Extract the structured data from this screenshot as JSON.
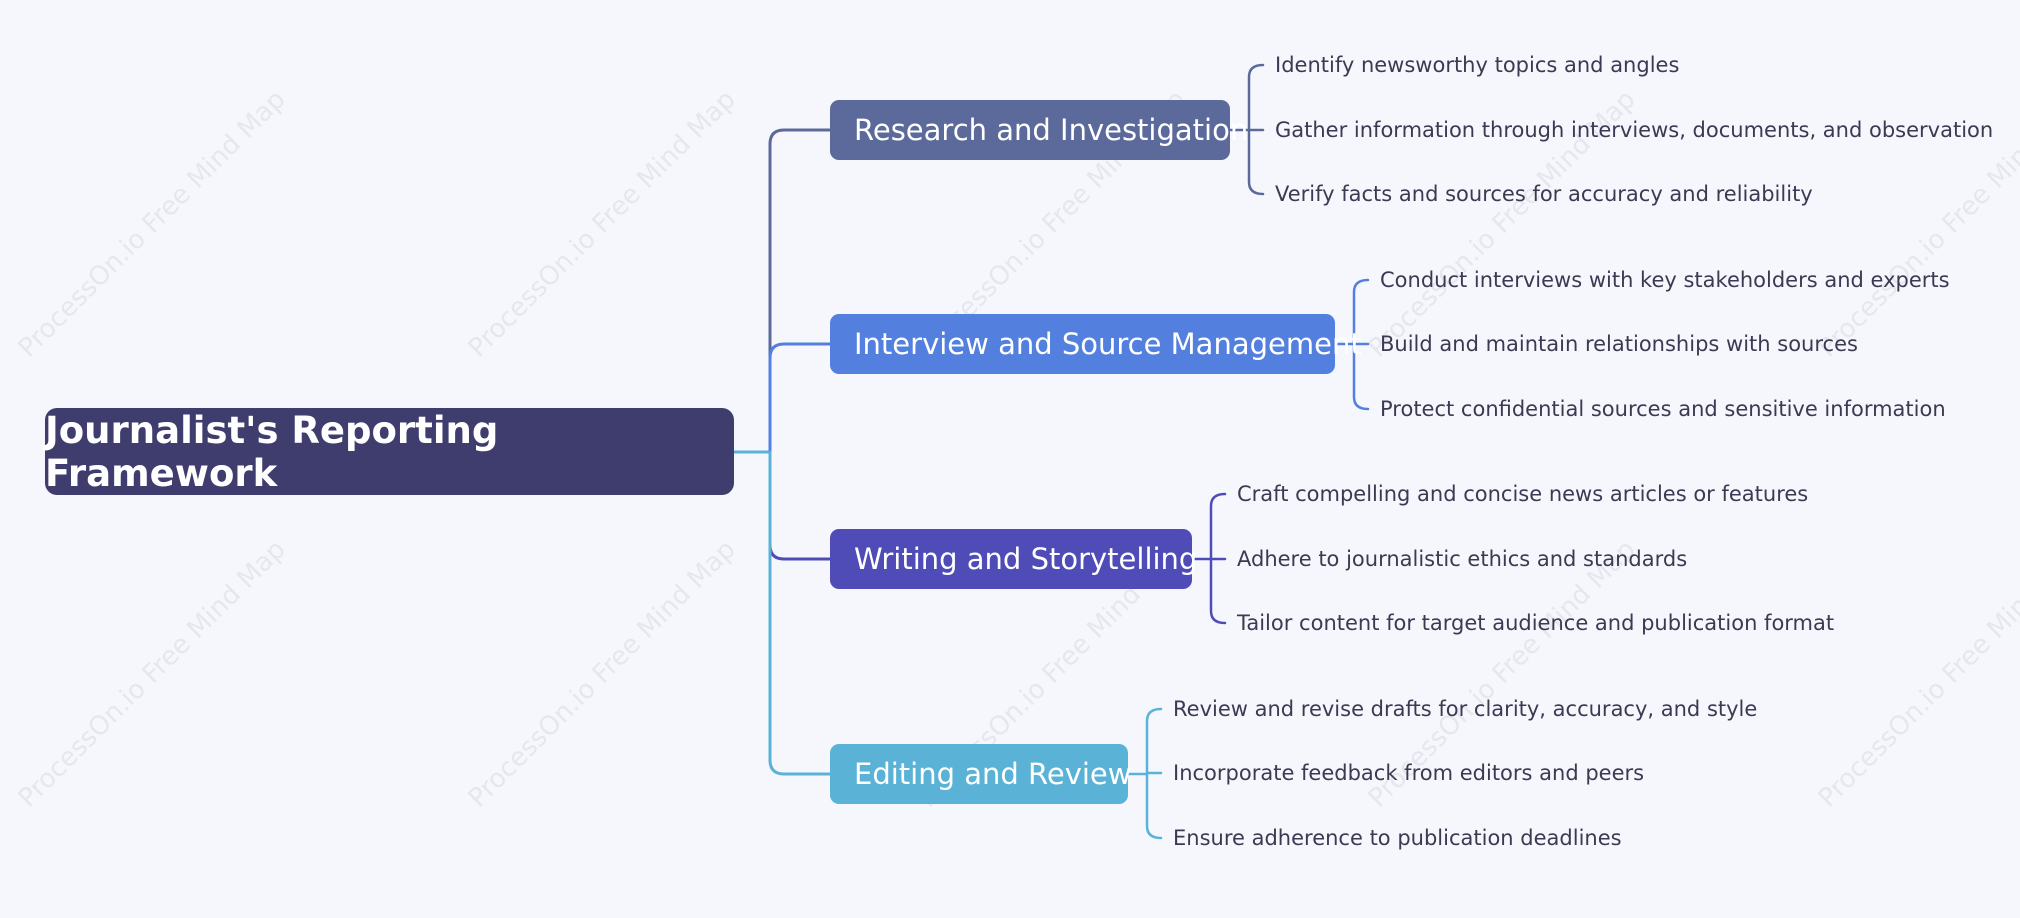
{
  "watermark": "ProcessOn.io Free Mind Map",
  "root": {
    "label": "Journalist's Reporting Framework",
    "color": "#3f3d6d"
  },
  "branches": [
    {
      "label": "Research and Investigation",
      "color": "#5b6a9a",
      "children": [
        "Identify newsworthy topics and angles",
        "Gather information through interviews, documents, and observation",
        "Verify facts and sources for accuracy and reliability"
      ]
    },
    {
      "label": "Interview and Source Management",
      "color": "#5380df",
      "children": [
        "Conduct interviews with key stakeholders and experts",
        "Build and maintain relationships with sources",
        "Protect confidential sources and sensitive information"
      ]
    },
    {
      "label": "Writing and Storytelling",
      "color": "#4f4cb8",
      "children": [
        "Craft compelling and concise news articles or features",
        "Adhere to journalistic ethics and standards",
        "Tailor content for target audience and publication format"
      ]
    },
    {
      "label": "Editing and Review",
      "color": "#5ab3d6",
      "children": [
        "Review and revise drafts for clarity, accuracy, and style",
        "Incorporate feedback from editors and peers",
        "Ensure adherence to publication deadlines"
      ]
    }
  ]
}
